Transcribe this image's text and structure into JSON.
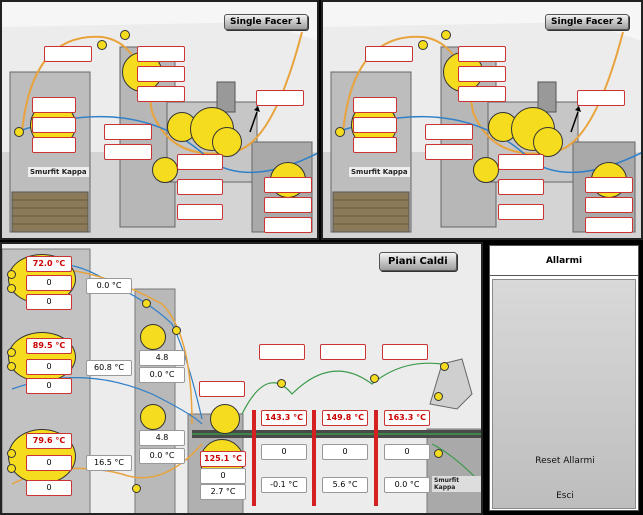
{
  "single_facer_1": {
    "title": "Single Facer 1",
    "logo": "Smurfit Kappa"
  },
  "single_facer_2": {
    "title": "Single Facer 2",
    "logo": "Smurfit Kappa"
  },
  "hot_plates": {
    "title": "Piani Caldi",
    "logo": "Smurfit Kappa",
    "preheaters": [
      {
        "temp": "72.0 °C",
        "val1": "0",
        "val2": "0",
        "side": "0.0 °C"
      },
      {
        "temp": "89.5 °C",
        "val1": "0",
        "val2": "0",
        "side": "60.8 °C"
      },
      {
        "temp": "79.6 °C",
        "val1": "0",
        "val2": "0",
        "side": "16.5 °C"
      }
    ],
    "mid_column": [
      {
        "a": "4.8",
        "b": "0.0 °C"
      },
      {
        "a": "4.8",
        "b": "0.0 °C"
      }
    ],
    "glue_unit": {
      "temp": "125.1 °C",
      "val": "0",
      "side": "2.7 °C"
    },
    "zones": [
      {
        "temp": "143.3 °C",
        "val": "0",
        "side": "-0.1 °C"
      },
      {
        "temp": "149.8 °C",
        "val": "0",
        "side": "5.6 °C"
      },
      {
        "temp": "163.3 °C",
        "val": "0",
        "side": "0.0 °C"
      }
    ]
  },
  "alarms": {
    "title": "Allarmi",
    "reset_label": "Reset Allarmi",
    "exit_label": "Esci"
  },
  "colors": {
    "roll": "#f5dc1e",
    "web_orange": "#e8a33c",
    "web_blue": "#2f7fc9",
    "web_green": "#3c9a4a",
    "divider_red": "#d42020"
  }
}
